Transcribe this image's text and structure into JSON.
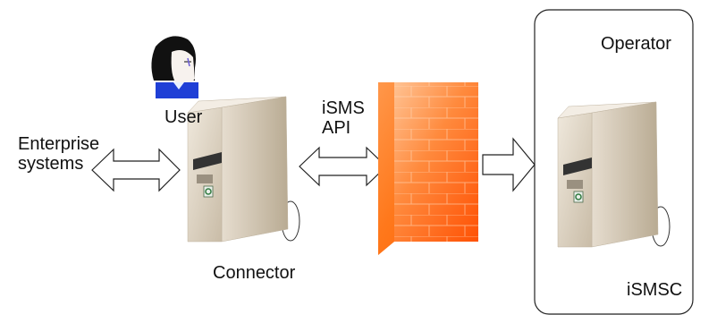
{
  "labels": {
    "operator": "Operator",
    "user": "User",
    "isms_api": "iSMS\nAPI",
    "enterprise_systems": "Enterprise\nsystems",
    "connector": "Connector",
    "ismsc": "iSMSC"
  },
  "colors": {
    "firewall_light": "#ffb07a",
    "firewall_dark": "#ff5a00",
    "server_body": "#d7cbb8",
    "server_side": "#bcae96",
    "hair": "#111111",
    "shirt": "#1f3fd6"
  },
  "icons": [
    "user-icon",
    "server-icon",
    "firewall-icon",
    "double-arrow-icon",
    "arrow-icon"
  ]
}
